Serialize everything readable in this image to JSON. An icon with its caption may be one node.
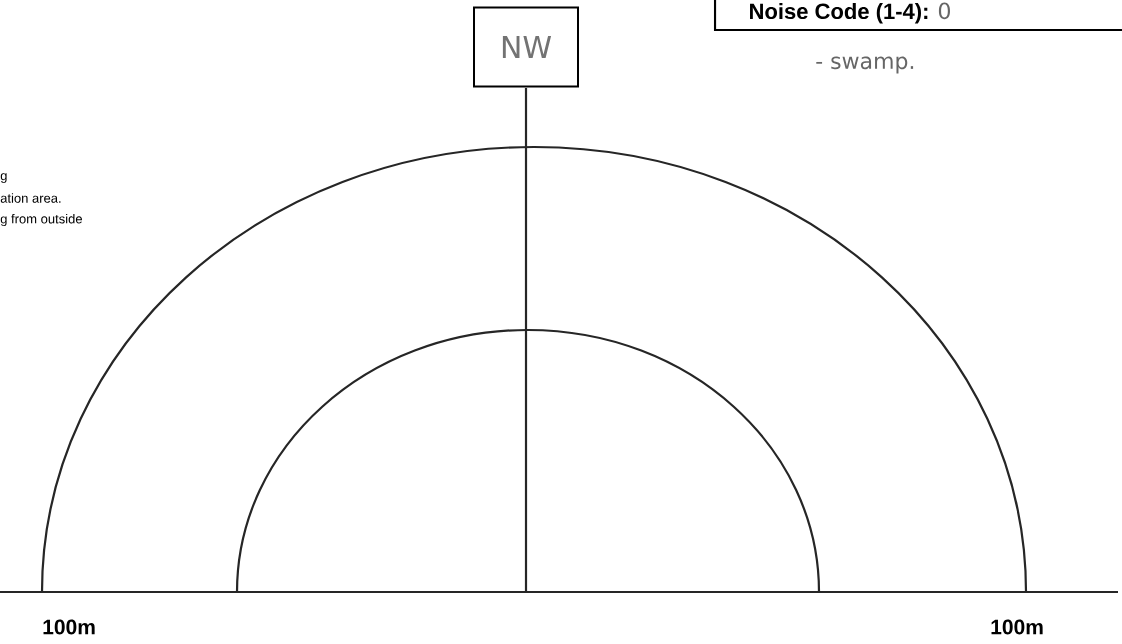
{
  "diagram": {
    "nodes": [
      {
        "text": [
          "NW"
        ]
      },
      {
        "text": [
          "Noise Code (1-4):",
          "0"
        ]
      }
    ],
    "labels": [
      "g",
      "ation area.",
      "g from outside",
      "- swamp.",
      "100m",
      "100m"
    ]
  }
}
